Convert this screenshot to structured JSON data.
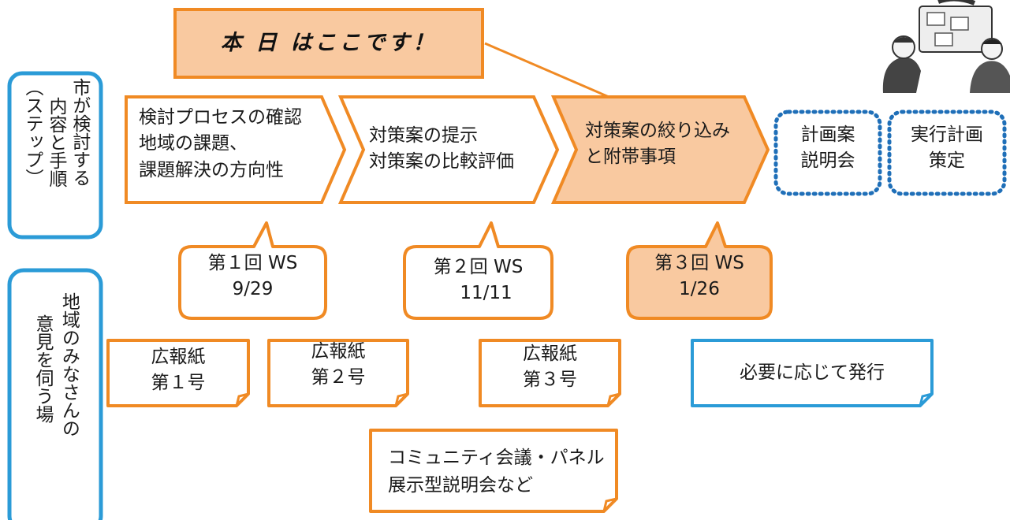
{
  "colors": {
    "orange": "#f08a24",
    "orange_fill": "#f9c9a0",
    "blue": "#2b9bd7",
    "dotted_blue": "#1f6fb8"
  },
  "callout": {
    "text": "本 日 はここです！"
  },
  "side_labels": {
    "steps": [
      "市が検討する",
      "内容と手順",
      "（ステップ）"
    ],
    "opinions": [
      "地域のみなさんの",
      "意見を伺う場"
    ]
  },
  "steps": [
    {
      "lines": [
        "検討プロセスの確認",
        "地域の課題、",
        "課題解決の方向性"
      ]
    },
    {
      "lines": [
        "対策案の提示",
        "対策案の比較評価"
      ]
    },
    {
      "lines": [
        "対策案の絞り込み",
        "と附帯事項"
      ]
    }
  ],
  "future_steps": [
    {
      "lines": [
        "計画案",
        "説明会"
      ]
    },
    {
      "lines": [
        "実行計画",
        "策定"
      ]
    }
  ],
  "workshops": [
    {
      "title": "第１回 WS",
      "date": "9/29"
    },
    {
      "title": "第２回 WS",
      "date": "11/11"
    },
    {
      "title": "第３回 WS",
      "date": "1/26"
    }
  ],
  "newsletters": [
    {
      "lines": [
        "広報紙",
        "第１号"
      ]
    },
    {
      "lines": [
        "広報紙",
        "第２号"
      ]
    },
    {
      "lines": [
        "広報紙",
        "第３号"
      ]
    }
  ],
  "as_needed": {
    "text": "必要に応じて発行"
  },
  "community": {
    "lines": [
      "コミュニティ会議・パネル",
      "展示型説明会など"
    ]
  },
  "illustration": {
    "icon": "meeting-people-illustration"
  }
}
